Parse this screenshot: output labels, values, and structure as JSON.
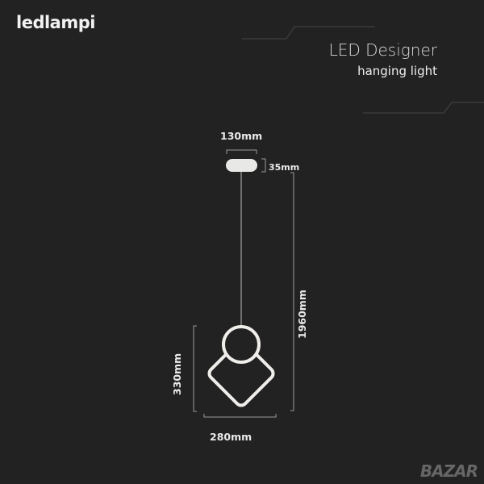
{
  "brand": "ledlampi",
  "header": {
    "title": "LED Designer",
    "subtitle": "hanging light"
  },
  "dimensions": {
    "canopy_diameter": "130mm",
    "canopy_height": "35mm",
    "total_height": "1960mm",
    "lamp_height": "330mm",
    "lamp_width": "280mm"
  },
  "watermark": "BAZAR"
}
